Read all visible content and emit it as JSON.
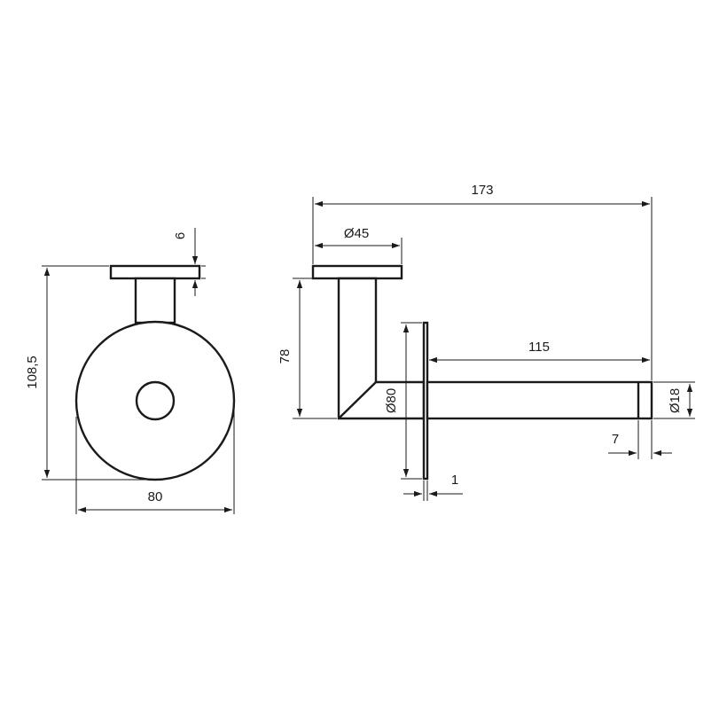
{
  "dimensions": {
    "height_total": "108,5",
    "plate_thickness": "6",
    "width_front": "80",
    "length_total": "173",
    "mount_diameter": "Ø45",
    "arm_height": "78",
    "rosette_diameter": "Ø80",
    "bar_length": "115",
    "bar_diameter": "Ø18",
    "end_cap_length": "7",
    "rosette_thickness": "1"
  },
  "colors": {
    "line": "#1a1a1a",
    "background": "#ffffff"
  }
}
